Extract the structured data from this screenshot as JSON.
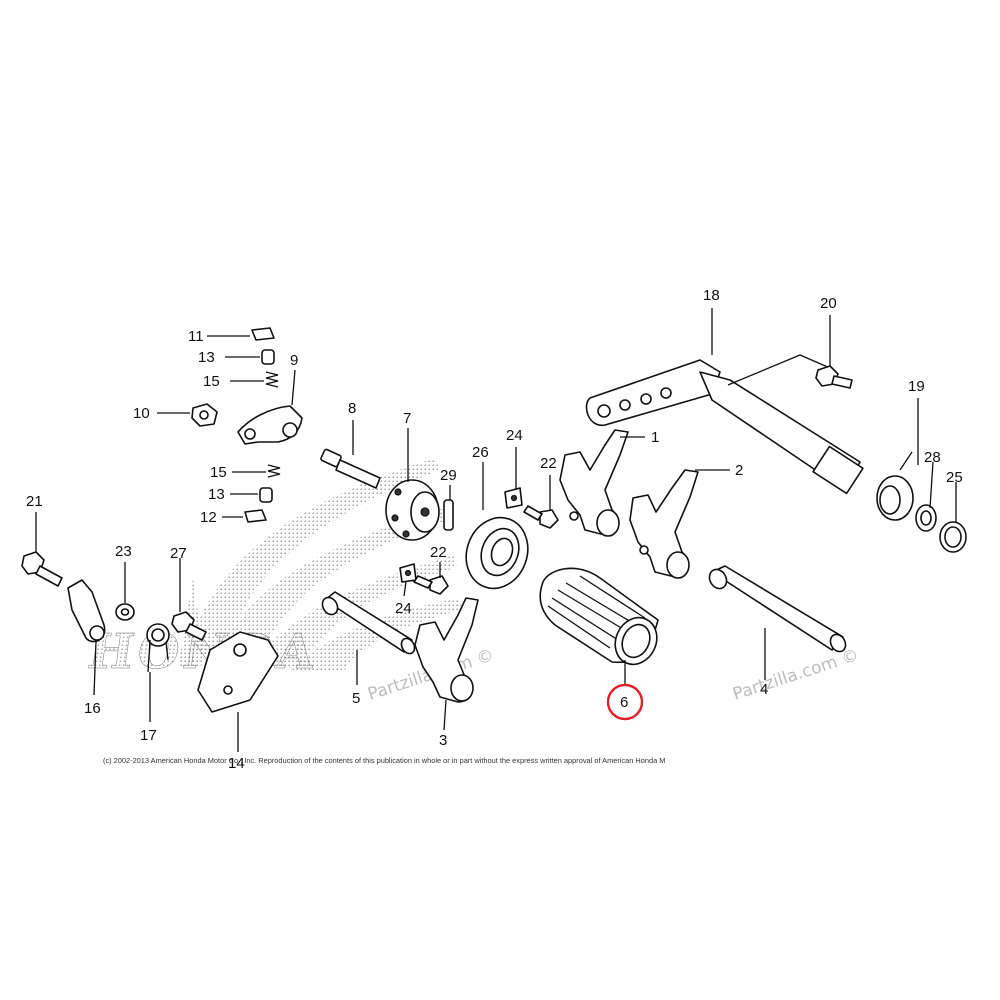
{
  "diagram": {
    "parts": [
      {
        "number": "1",
        "name": "fork-1"
      },
      {
        "number": "2",
        "name": "fork-2"
      },
      {
        "number": "3",
        "name": "fork-3"
      },
      {
        "number": "4",
        "name": "shaft-4"
      },
      {
        "number": "5",
        "name": "shaft-5"
      },
      {
        "number": "6",
        "name": "drum-6"
      },
      {
        "number": "7",
        "name": "cam-plate-7"
      },
      {
        "number": "8",
        "name": "bolt-8"
      },
      {
        "number": "9",
        "name": "stopper-arm-9"
      },
      {
        "number": "10",
        "name": "nut-10"
      },
      {
        "number": "11",
        "name": "cap-11"
      },
      {
        "number": "12",
        "name": "cap-12"
      },
      {
        "number": "13",
        "name": "collar-13a"
      },
      {
        "number": "13",
        "name": "collar-13b"
      },
      {
        "number": "14",
        "name": "plate-14"
      },
      {
        "number": "15",
        "name": "spring-15a"
      },
      {
        "number": "15",
        "name": "spring-15b"
      },
      {
        "number": "16",
        "name": "arm-16"
      },
      {
        "number": "17",
        "name": "spring-17"
      },
      {
        "number": "18",
        "name": "spindle-18"
      },
      {
        "number": "19",
        "name": "spring-19"
      },
      {
        "number": "20",
        "name": "bolt-20"
      },
      {
        "number": "21",
        "name": "bolt-21"
      },
      {
        "number": "22",
        "name": "bolt-22a"
      },
      {
        "number": "22",
        "name": "bolt-22b"
      },
      {
        "number": "23",
        "name": "washer-23"
      },
      {
        "number": "24",
        "name": "plate-24a"
      },
      {
        "number": "24",
        "name": "plate-24b"
      },
      {
        "number": "25",
        "name": "clip-25"
      },
      {
        "number": "26",
        "name": "bearing-26"
      },
      {
        "number": "27",
        "name": "bolt-27"
      },
      {
        "number": "28",
        "name": "collar-28"
      },
      {
        "number": "29",
        "name": "pin-29"
      }
    ],
    "highlighted_part": "6",
    "highlight_color": "#e0202a",
    "watermarks": [
      "Partzilla.com ©",
      "Partzilla.com ©"
    ],
    "background_logo_text": "HONDA",
    "copyright": "(c) 2002-2013 American Honda Motor Co., Inc. Reproduction of the contents of this publication in whole or in part without the express written approval of American Honda M"
  }
}
